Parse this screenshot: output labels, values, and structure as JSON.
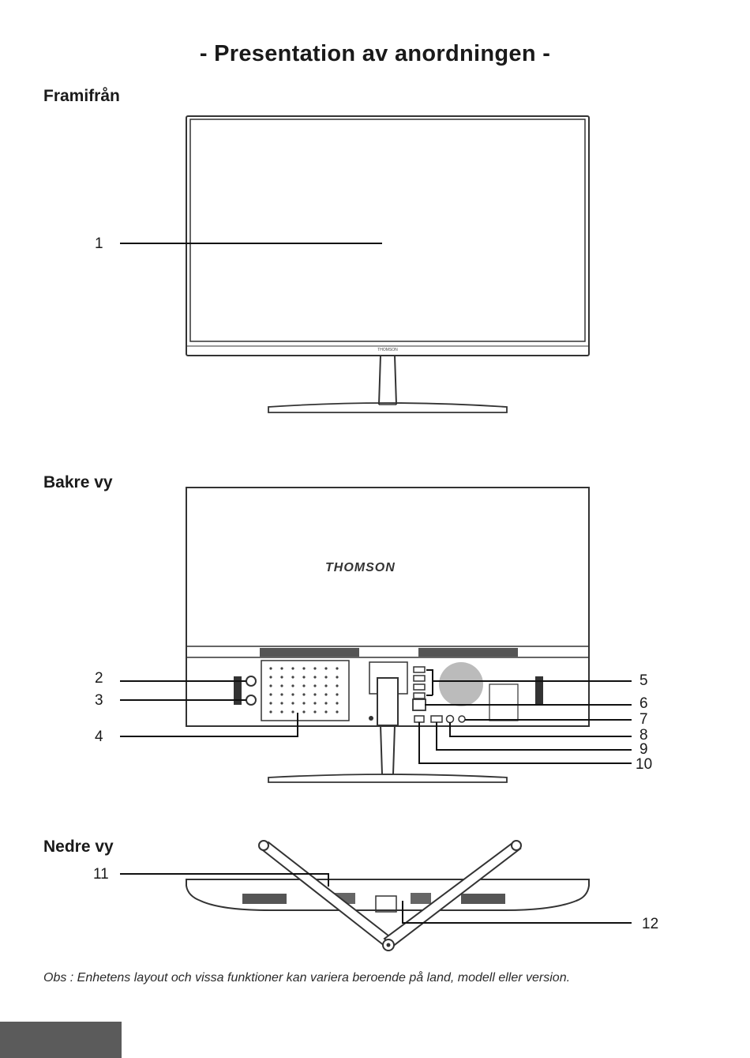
{
  "page": {
    "title": "- Presentation av anordningen -",
    "note": "Obs : Enhetens layout och vissa funktioner kan variera beroende på land, modell eller version."
  },
  "sections": {
    "front": "Framifrån",
    "back": "Bakre vy",
    "bottom": "Nedre vy"
  },
  "brand": {
    "logo_back": "THOMSON",
    "logo_front": "THOMSON"
  },
  "callouts": {
    "c1": "1",
    "c2": "2",
    "c3": "3",
    "c4": "4",
    "c5": "5",
    "c6": "6",
    "c7": "7",
    "c8": "8",
    "c9": "9",
    "c10": "10",
    "c11": "11",
    "c12": "12"
  },
  "colors": {
    "line": "#222222",
    "tab": "#5b5b5b"
  }
}
